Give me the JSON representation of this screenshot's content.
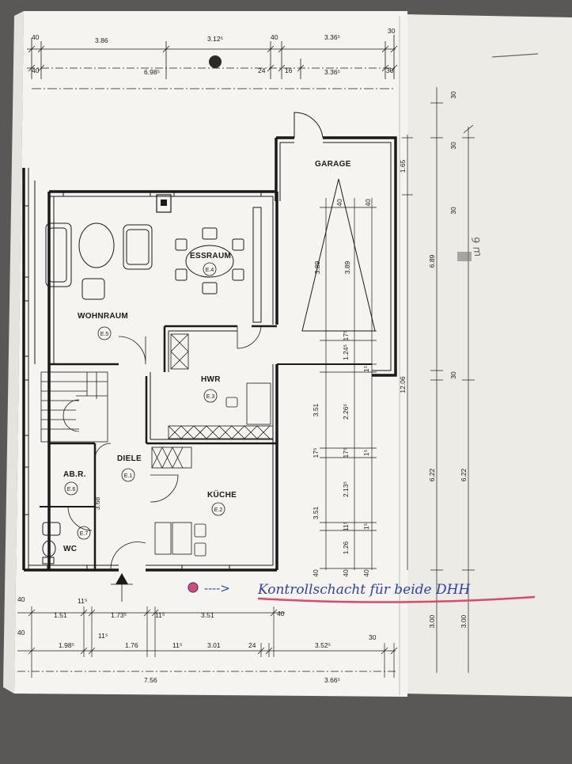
{
  "rooms": {
    "garage": "GARAGE",
    "essraum": "ESSRAUM",
    "essraum_code": "E.4",
    "wohnraum": "WOHNRAUM",
    "wohnraum_code": "E.5",
    "hwr": "HWR",
    "hwr_code": "E.3",
    "diele": "DIELE",
    "diele_code": "E.1",
    "kueche": "KÜCHE",
    "kueche_code": "E.2",
    "abr": "AB.R.",
    "abr_code": "E.6",
    "wc": "WC",
    "wc_code": "E.7"
  },
  "top_dims": {
    "row1": [
      "40",
      "3.86",
      "3.12⁵",
      "40",
      "3.36⁵",
      "30"
    ],
    "row2": [
      "40",
      "6.98⁵",
      "24",
      "16",
      "3.36⁵",
      "30"
    ]
  },
  "inner_dims": {
    "garage_left": "3.89",
    "garage_right": "3.89",
    "garage_40": "40",
    "garage_40b": "40",
    "left_col": [
      "3.51",
      "17⁵",
      "3.51",
      "40"
    ],
    "mid_col": [
      "17⁵",
      "1.24⁵",
      "2.26⁵",
      "17⁵",
      "2.13⁵",
      "11⁵",
      "1.26",
      "40"
    ],
    "right_small": [
      "1⁵",
      "1⁵",
      "1⁵",
      "40"
    ],
    "stair_368": "3.68"
  },
  "right_dims": {
    "c1": [
      "30",
      "1.65",
      "12.06"
    ],
    "c2": [
      "30",
      "6.89",
      "30",
      "6.22",
      "3.00"
    ],
    "c3": [
      "30",
      "6.22",
      "3.00"
    ],
    "pencil": "9 m"
  },
  "bottom_dims": {
    "row1": [
      "40",
      "11⁵",
      "1.51",
      "1.73⁵",
      "11⁵",
      "3.51",
      "40"
    ],
    "row2": [
      "40",
      "1.98⁵",
      "11⁵",
      "1.76",
      "11⁵",
      "3.01",
      "24",
      "3.52⁵",
      "30"
    ],
    "row3": [
      "7.56",
      "3.66⁵"
    ]
  },
  "annotation": {
    "arrow": "---->",
    "text": "Kontrollschacht für beide DHH"
  },
  "colors": {
    "paper": "#f4f3ef",
    "ink": "#1a1a1a",
    "pen": "#2f3fb0",
    "marker": "#e0486a",
    "carpet": "#5a5856"
  }
}
